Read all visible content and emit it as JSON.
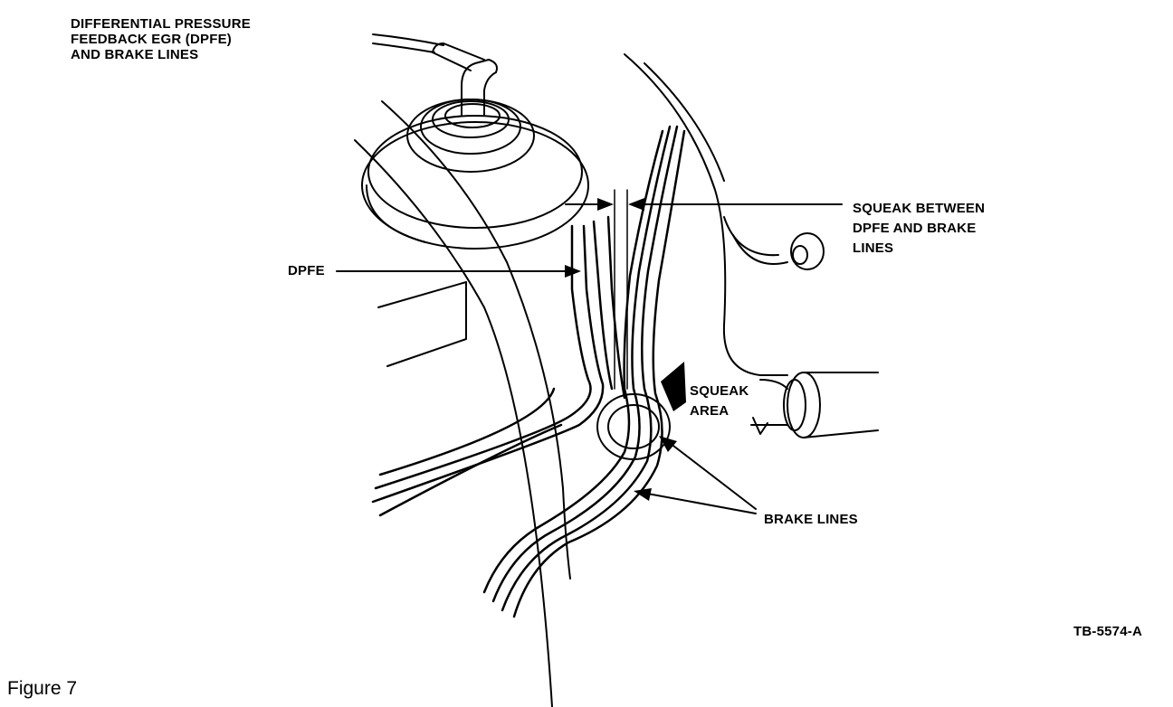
{
  "diagram": {
    "title_lines": [
      "DIFFERENTIAL PRESSURE",
      "FEEDBACK EGR (DPFE)",
      "AND BRAKE LINES"
    ],
    "labels": {
      "squeak_between": [
        "SQUEAK BETWEEN",
        "DPFE AND BRAKE",
        "LINES"
      ],
      "dpfe": "DPFE",
      "squeak_area": [
        "SQUEAK",
        "AREA"
      ],
      "brake_lines": "BRAKE LINES",
      "figure_id": "TB-5574-A"
    },
    "colors": {
      "ink": "#000000",
      "paper": "#ffffff"
    }
  },
  "caption": "Figure 7"
}
